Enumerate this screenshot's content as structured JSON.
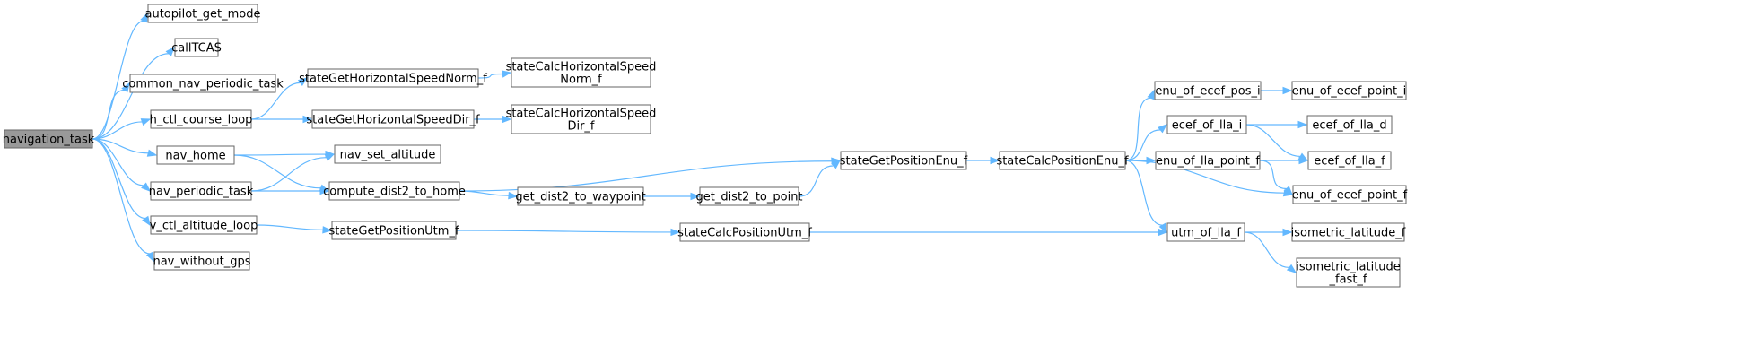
{
  "graph": {
    "colors": {
      "edge": "#63b8ff",
      "node_border": "#666666",
      "root_fill": "#999999",
      "node_fill": "#ffffff"
    },
    "nodes": [
      {
        "id": "navigation_task",
        "lines": [
          "navigation_task"
        ],
        "root": true
      },
      {
        "id": "autopilot_get_mode",
        "lines": [
          "autopilot_get_mode"
        ]
      },
      {
        "id": "callTCAS",
        "lines": [
          "callTCAS"
        ]
      },
      {
        "id": "common_nav_periodic_task",
        "lines": [
          "common_nav_periodic_task"
        ]
      },
      {
        "id": "h_ctl_course_loop",
        "lines": [
          "h_ctl_course_loop"
        ]
      },
      {
        "id": "nav_home",
        "lines": [
          "nav_home"
        ]
      },
      {
        "id": "nav_periodic_task",
        "lines": [
          "nav_periodic_task"
        ]
      },
      {
        "id": "v_ctl_altitude_loop",
        "lines": [
          "v_ctl_altitude_loop"
        ]
      },
      {
        "id": "nav_without_gps",
        "lines": [
          "nav_without_gps"
        ]
      },
      {
        "id": "stateGetHorizontalSpeedNorm_f",
        "lines": [
          "stateGetHorizontalSpeedNorm_f"
        ]
      },
      {
        "id": "stateGetHorizontalSpeedDir_f",
        "lines": [
          "stateGetHorizontalSpeedDir_f"
        ]
      },
      {
        "id": "nav_set_altitude",
        "lines": [
          "nav_set_altitude"
        ]
      },
      {
        "id": "compute_dist2_to_home",
        "lines": [
          "compute_dist2_to_home"
        ]
      },
      {
        "id": "stateGetPositionUtm_f",
        "lines": [
          "stateGetPositionUtm_f"
        ]
      },
      {
        "id": "stateCalcHorizontalSpeedNorm_f",
        "lines": [
          "stateCalcHorizontalSpeed",
          "Norm_f"
        ]
      },
      {
        "id": "stateCalcHorizontalSpeedDir_f",
        "lines": [
          "stateCalcHorizontalSpeed",
          "Dir_f"
        ]
      },
      {
        "id": "get_dist2_to_waypoint",
        "lines": [
          "get_dist2_to_waypoint"
        ]
      },
      {
        "id": "get_dist2_to_point",
        "lines": [
          "get_dist2_to_point"
        ]
      },
      {
        "id": "stateGetPositionEnu_f",
        "lines": [
          "stateGetPositionEnu_f"
        ]
      },
      {
        "id": "stateCalcPositionUtm_f",
        "lines": [
          "stateCalcPositionUtm_f"
        ]
      },
      {
        "id": "stateCalcPositionEnu_f",
        "lines": [
          "stateCalcPositionEnu_f"
        ]
      },
      {
        "id": "enu_of_ecef_pos_i",
        "lines": [
          "enu_of_ecef_pos_i"
        ]
      },
      {
        "id": "ecef_of_lla_i",
        "lines": [
          "ecef_of_lla_i"
        ]
      },
      {
        "id": "enu_of_lla_point_f",
        "lines": [
          "enu_of_lla_point_f"
        ]
      },
      {
        "id": "utm_of_lla_f",
        "lines": [
          "utm_of_lla_f"
        ]
      },
      {
        "id": "enu_of_ecef_point_i",
        "lines": [
          "enu_of_ecef_point_i"
        ]
      },
      {
        "id": "ecef_of_lla_d",
        "lines": [
          "ecef_of_lla_d"
        ]
      },
      {
        "id": "ecef_of_lla_f",
        "lines": [
          "ecef_of_lla_f"
        ]
      },
      {
        "id": "enu_of_ecef_point_f",
        "lines": [
          "enu_of_ecef_point_f"
        ]
      },
      {
        "id": "isometric_latitude_f",
        "lines": [
          "isometric_latitude_f"
        ]
      },
      {
        "id": "isometric_latitude_fast_f",
        "lines": [
          "isometric_latitude",
          "_fast_f"
        ]
      }
    ],
    "edges": [
      [
        "navigation_task",
        "autopilot_get_mode"
      ],
      [
        "navigation_task",
        "callTCAS"
      ],
      [
        "navigation_task",
        "common_nav_periodic_task"
      ],
      [
        "navigation_task",
        "h_ctl_course_loop"
      ],
      [
        "navigation_task",
        "nav_home"
      ],
      [
        "navigation_task",
        "nav_periodic_task"
      ],
      [
        "navigation_task",
        "v_ctl_altitude_loop"
      ],
      [
        "navigation_task",
        "nav_without_gps"
      ],
      [
        "h_ctl_course_loop",
        "stateGetHorizontalSpeedNorm_f"
      ],
      [
        "h_ctl_course_loop",
        "stateGetHorizontalSpeedDir_f"
      ],
      [
        "stateGetHorizontalSpeedNorm_f",
        "stateCalcHorizontalSpeedNorm_f"
      ],
      [
        "stateGetHorizontalSpeedDir_f",
        "stateCalcHorizontalSpeedDir_f"
      ],
      [
        "nav_home",
        "nav_set_altitude"
      ],
      [
        "nav_home",
        "compute_dist2_to_home"
      ],
      [
        "nav_periodic_task",
        "nav_set_altitude"
      ],
      [
        "nav_periodic_task",
        "compute_dist2_to_home"
      ],
      [
        "compute_dist2_to_home",
        "stateGetPositionEnu_f"
      ],
      [
        "compute_dist2_to_home",
        "get_dist2_to_waypoint"
      ],
      [
        "get_dist2_to_waypoint",
        "get_dist2_to_point"
      ],
      [
        "get_dist2_to_point",
        "stateGetPositionEnu_f"
      ],
      [
        "v_ctl_altitude_loop",
        "stateGetPositionUtm_f"
      ],
      [
        "stateGetPositionUtm_f",
        "stateCalcPositionUtm_f"
      ],
      [
        "stateCalcPositionUtm_f",
        "utm_of_lla_f"
      ],
      [
        "stateGetPositionEnu_f",
        "stateCalcPositionEnu_f"
      ],
      [
        "stateCalcPositionEnu_f",
        "enu_of_ecef_pos_i"
      ],
      [
        "stateCalcPositionEnu_f",
        "ecef_of_lla_i"
      ],
      [
        "stateCalcPositionEnu_f",
        "enu_of_lla_point_f"
      ],
      [
        "stateCalcPositionEnu_f",
        "enu_of_ecef_point_f"
      ],
      [
        "stateCalcPositionEnu_f",
        "utm_of_lla_f"
      ],
      [
        "enu_of_ecef_pos_i",
        "enu_of_ecef_point_i"
      ],
      [
        "ecef_of_lla_i",
        "ecef_of_lla_d"
      ],
      [
        "ecef_of_lla_i",
        "ecef_of_lla_f"
      ],
      [
        "enu_of_lla_point_f",
        "ecef_of_lla_f"
      ],
      [
        "enu_of_lla_point_f",
        "enu_of_ecef_point_f"
      ],
      [
        "utm_of_lla_f",
        "isometric_latitude_f"
      ],
      [
        "utm_of_lla_f",
        "isometric_latitude_fast_f"
      ]
    ]
  }
}
